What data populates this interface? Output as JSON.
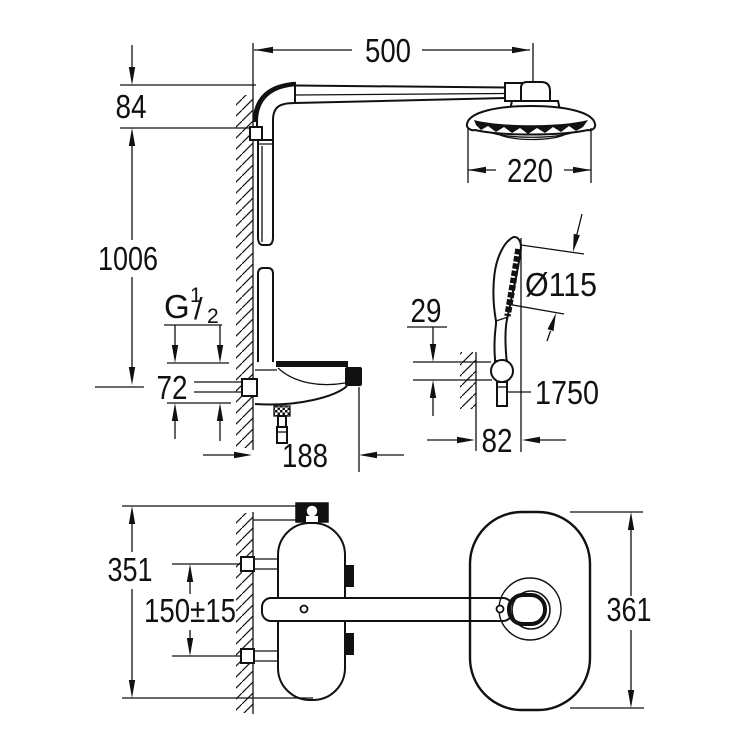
{
  "drawing": {
    "colors": {
      "ink": "#111111",
      "paper": "#ffffff"
    },
    "top_view": {
      "arm_length": "500",
      "wall_drop": "84",
      "head_diameter": "220",
      "rail_height": "1006",
      "thread": {
        "g": "G",
        "sup": "1",
        "slash": "/",
        "sub": "2"
      },
      "supply_height": "72",
      "body_depth": "188",
      "handshower_diameter": "Ø115",
      "holder_thickness": "29",
      "hose_length": "1750",
      "holder_depth": "82"
    },
    "bottom_view": {
      "body_height": "351",
      "supply_spacing": "150±15",
      "plate_height": "361"
    }
  }
}
